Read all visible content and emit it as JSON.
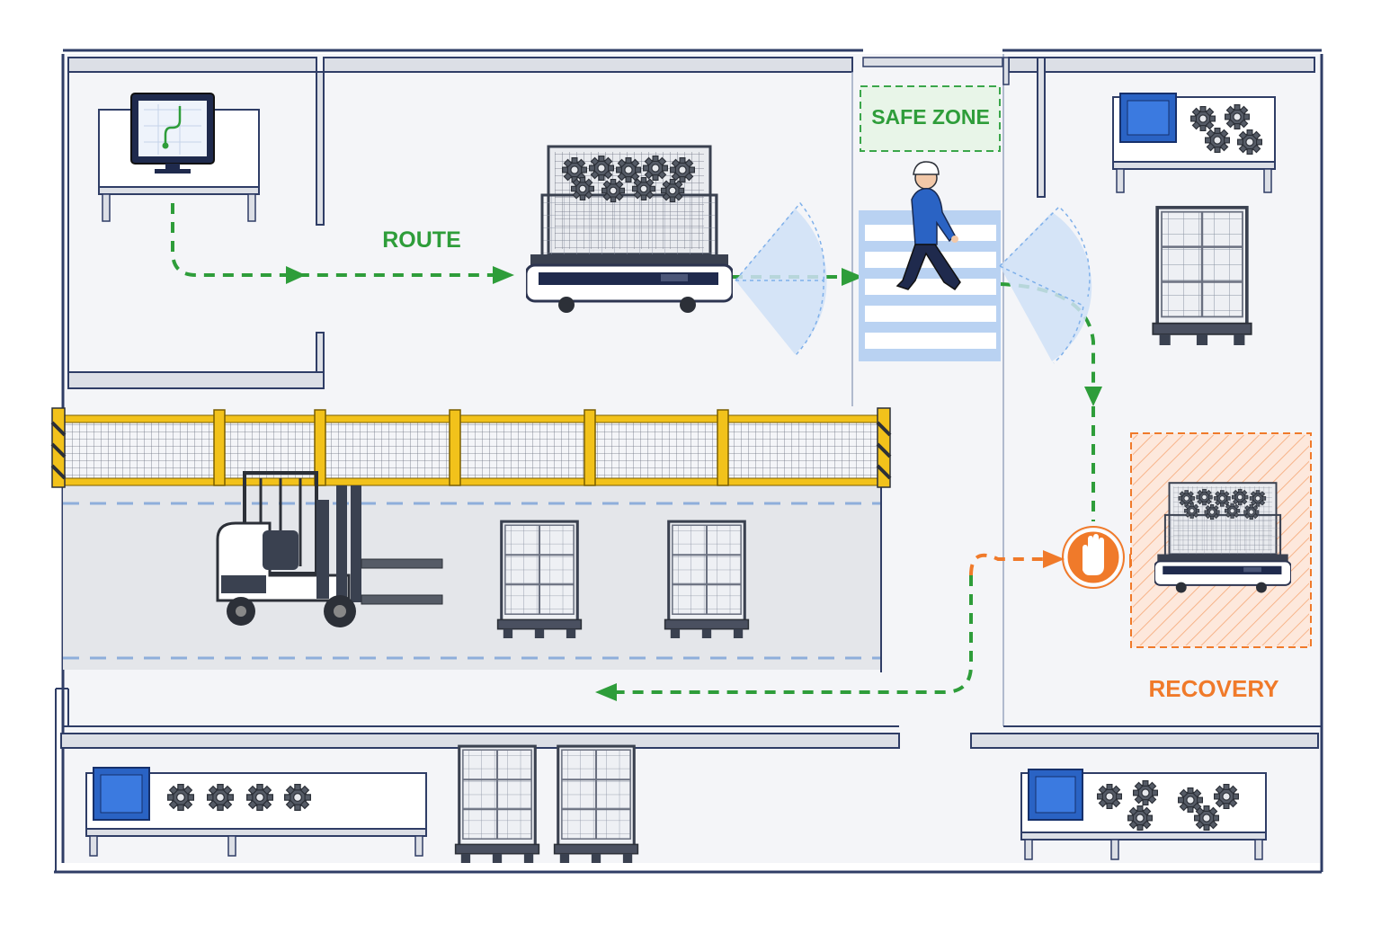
{
  "labels": {
    "route": "ROUTE",
    "safe_zone": "SAFE ZONE",
    "recovery": "RECOVERY"
  },
  "colors": {
    "route_green": "#2e9d3a",
    "safe_green": "#3aa64a",
    "recovery_orange": "#f07a2a",
    "wall_navy": "#2f3d66",
    "floor": "#f4f5f8",
    "sensor_blue": "#7fb0ea",
    "fence_yellow": "#f2c21b",
    "bin_blue": "#2a63c4"
  },
  "icons": [
    "monitor-icon",
    "gear-icon",
    "stop-hand-icon",
    "agv-robot-icon",
    "forklift-icon",
    "worker-icon",
    "pallet-cage-icon"
  ]
}
